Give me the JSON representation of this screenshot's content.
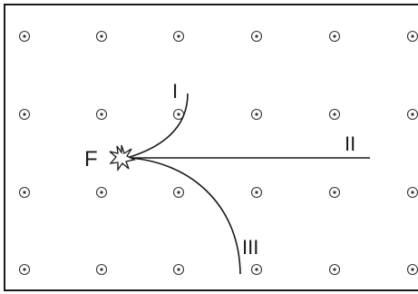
{
  "diagram": {
    "source_label": "F",
    "tracks": [
      {
        "id": "I",
        "label": "I"
      },
      {
        "id": "II",
        "label": "II"
      },
      {
        "id": "III",
        "label": "III"
      }
    ],
    "field_symbol": "out-of-page-dot-icon",
    "colors": {
      "line": "#1a1a1a",
      "background": "#ffffff"
    }
  }
}
